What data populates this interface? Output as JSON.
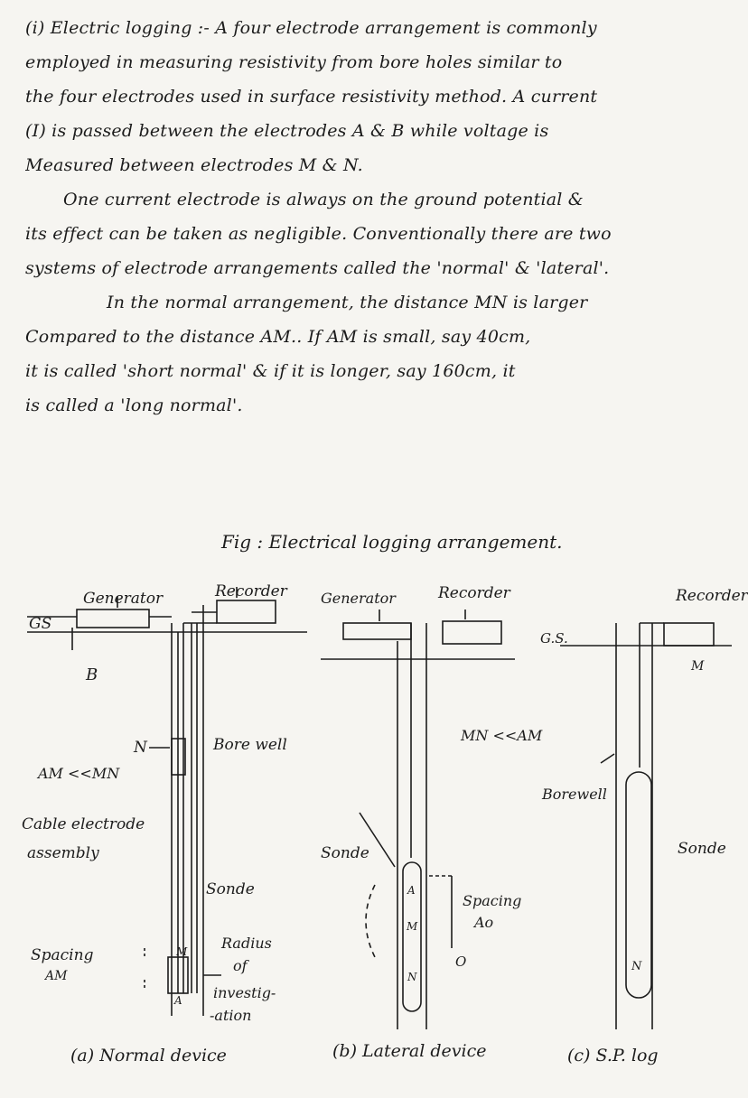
{
  "text": {
    "lines": [
      "(i) Electric logging :- A four electrode arrangement is commonly",
      "employed in measuring resistivity from bore holes similar to",
      "the four electrodes used in surface resistivity method. A current",
      "(I) is passed between the electrodes A & B while voltage is",
      "Measured between electrodes M & N.",
      "One current electrode is always on the ground potential &",
      "its effect can be taken as negligible. Conventionally there are two",
      "systems of electrode arrangements called the 'normal' & 'lateral'.",
      "In the normal arrangement, the distance MN is larger",
      "Compared to the distance AM.. If AM is small, say 40cm,",
      "it is called 'short normal' & if it is longer, say 160cm, it",
      "is called a 'long normal'."
    ],
    "heading": "Electric logging"
  },
  "figure": {
    "caption": "Fig : Electrical logging arrangement.",
    "a": {
      "generator": "Generator",
      "recorder": "Recorder",
      "gs": "GS",
      "b": "B",
      "n": "N",
      "bore_well": "Bore well",
      "am_mn": "AM <<MN",
      "cable": "Cable electrode",
      "assembly": "assembly",
      "sonde": "Sonde",
      "spacing": "Spacing",
      "am": "AM",
      "m": "M",
      "a_lbl": "A",
      "radius1": "Radius",
      "radius2": "of",
      "radius3": "investig-",
      "radius4": "-ation",
      "title": "(a) Normal device"
    },
    "b": {
      "generator": "Generator",
      "recorder": "Recorder",
      "mn_am": "MN <<AM",
      "sonde": "Sonde",
      "a_lbl": "A",
      "m": "M",
      "n": "N",
      "spacing": "Spacing",
      "ao": "Ao",
      "o": "O",
      "title": "(b) Lateral device"
    },
    "c": {
      "recorder": "Recorder",
      "gs": "G.S.",
      "m": "M",
      "borewell": "Borewell",
      "sonde": "Sonde",
      "n": "N",
      "title": "(c) S.P. log"
    }
  }
}
